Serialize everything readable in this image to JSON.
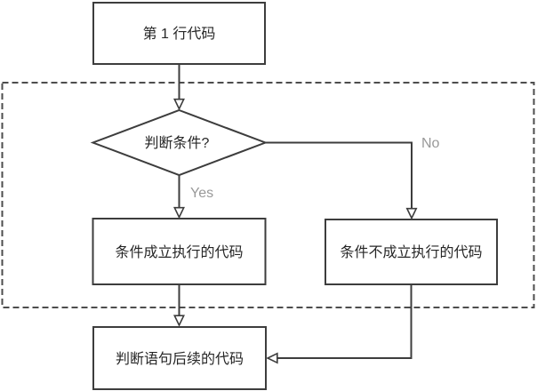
{
  "diagram": {
    "type": "flowchart",
    "background": "#ffffff",
    "colors": {
      "node_stroke": "#3d3d3d",
      "node_fill": "#ffffff",
      "edge_stroke": "#3d3d3d",
      "dashed_boundary": "#4d4d4d",
      "node_text": "#262626",
      "branch_label_text": "#999999"
    },
    "nodes": {
      "start": {
        "shape": "rectangle",
        "label": "第 1 行代码"
      },
      "decision": {
        "shape": "diamond",
        "label": "判断条件?"
      },
      "true_branch": {
        "shape": "rectangle",
        "label": "条件成立执行的代码"
      },
      "false_branch": {
        "shape": "rectangle",
        "label": "条件不成立执行的代码"
      },
      "after": {
        "shape": "rectangle",
        "label": "判断语句后续的代码"
      }
    },
    "edges": {
      "start_to_decision": {
        "from": "start",
        "to": "decision",
        "label": ""
      },
      "decision_yes": {
        "from": "decision",
        "to": "true_branch",
        "label": "Yes"
      },
      "decision_no": {
        "from": "decision",
        "to": "false_branch",
        "label": "No"
      },
      "true_to_after": {
        "from": "true_branch",
        "to": "after",
        "label": ""
      },
      "false_to_after": {
        "from": "false_branch",
        "to": "after",
        "label": ""
      }
    }
  }
}
